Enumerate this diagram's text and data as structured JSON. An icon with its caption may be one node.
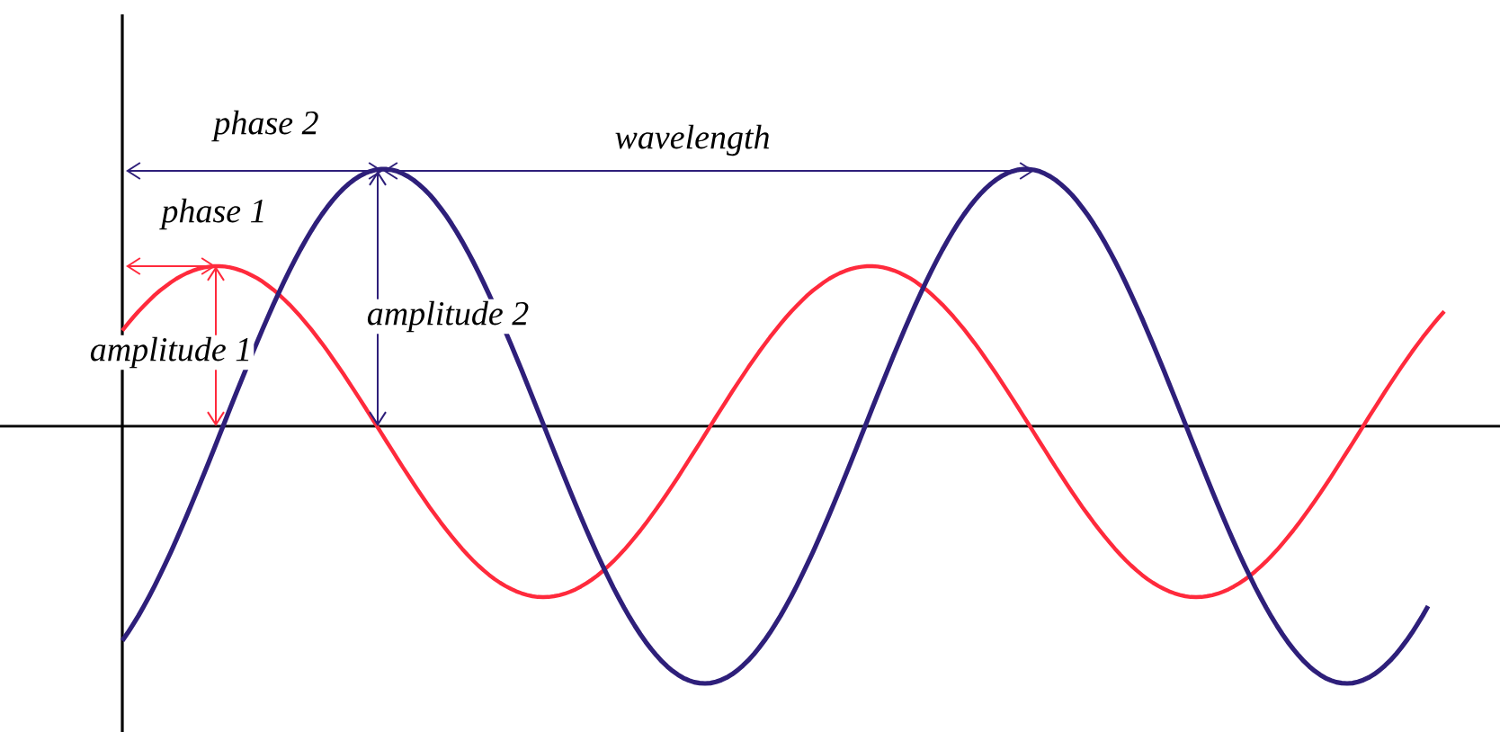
{
  "diagram": {
    "labels": [
      "phase 2",
      "wavelength",
      "phase 1",
      "amplitude 1",
      "amplitude 2"
    ]
  }
}
